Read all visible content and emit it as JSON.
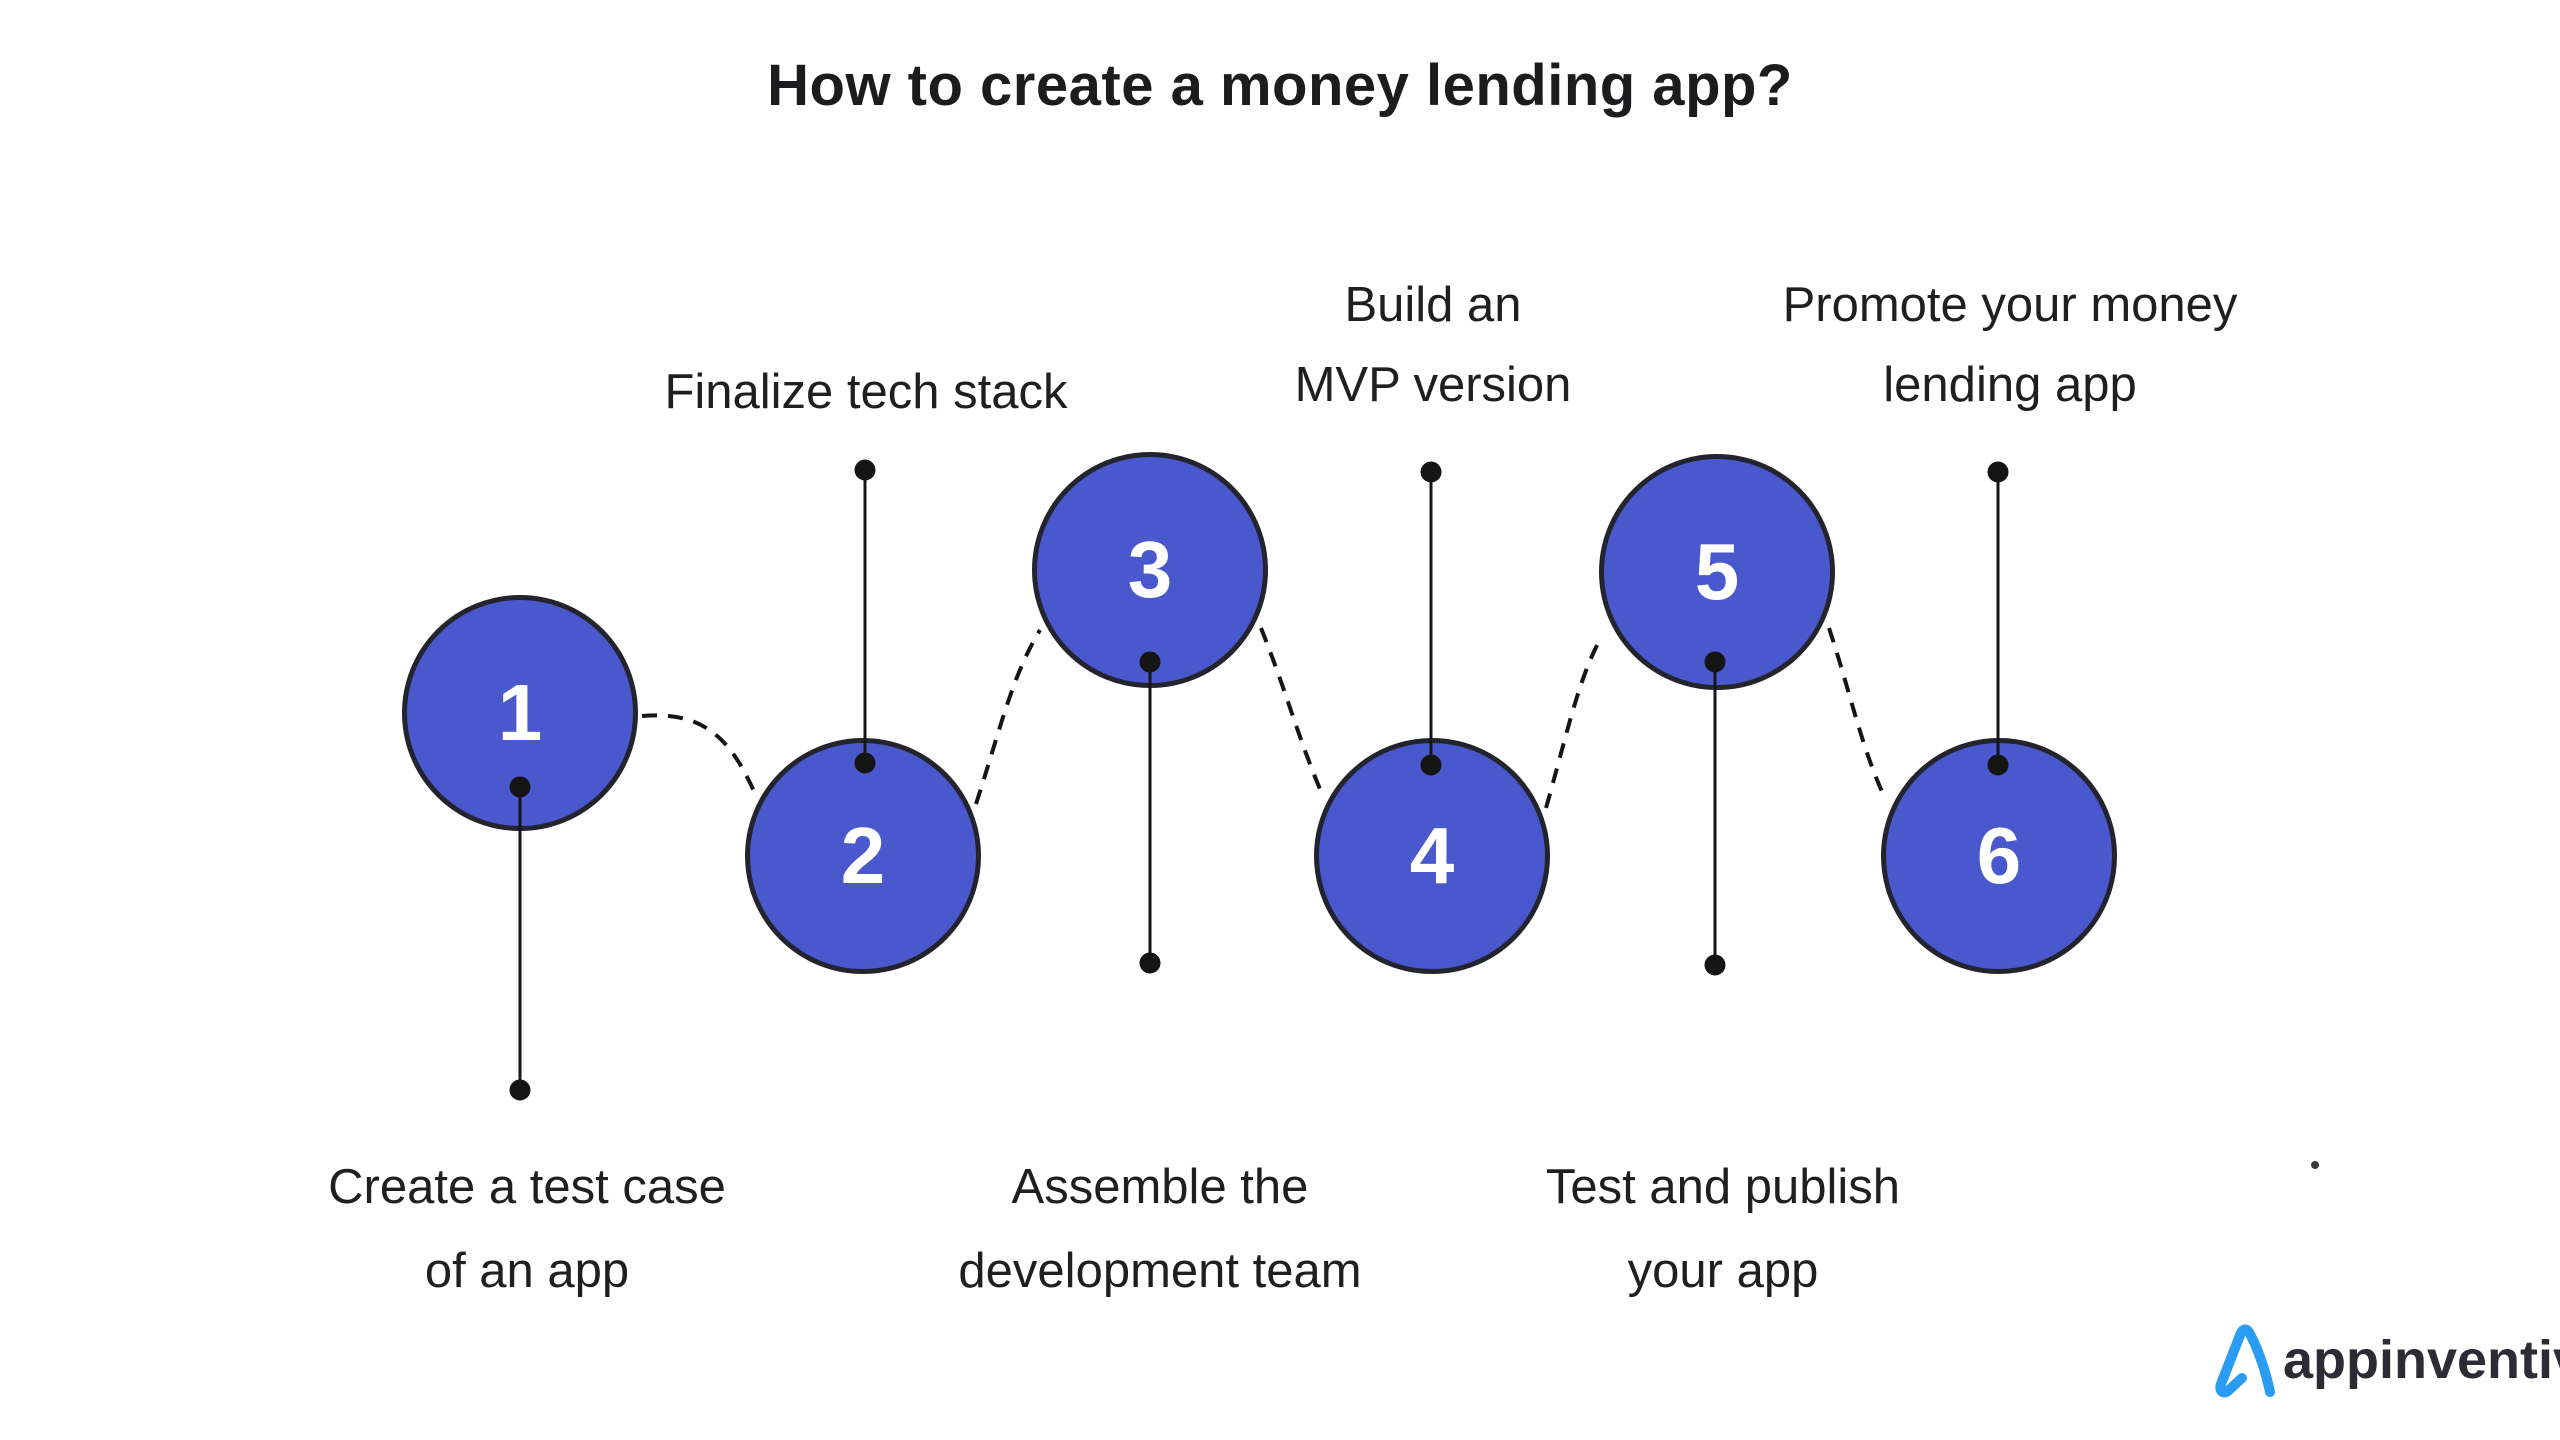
{
  "title": "How to create a money lending app?",
  "steps": [
    {
      "number": "1",
      "label_lines": [
        "Create a test case",
        "of an app"
      ],
      "label_position": "bottom"
    },
    {
      "number": "2",
      "label_lines": [
        "Finalize tech stack"
      ],
      "label_position": "top"
    },
    {
      "number": "3",
      "label_lines": [
        "Assemble the",
        "development team"
      ],
      "label_position": "bottom"
    },
    {
      "number": "4",
      "label_lines": [
        "Build an",
        "MVP version"
      ],
      "label_position": "top"
    },
    {
      "number": "5",
      "label_lines": [
        "Test and publish",
        "your app"
      ],
      "label_position": "bottom"
    },
    {
      "number": "6",
      "label_lines": [
        "Promote your money",
        "lending app"
      ],
      "label_position": "top"
    }
  ],
  "logo": {
    "brand": "appinventiv"
  },
  "colors": {
    "background": "#ffffff",
    "circle_fill": "#4a58cd",
    "circle_border": "#23242e",
    "connector": "#151515",
    "title": "#1c1c1e",
    "label": "#1f1f1f",
    "number": "#ffffff",
    "logo_blue": "#2b9cf4",
    "logo_text": "#2c2c34"
  }
}
